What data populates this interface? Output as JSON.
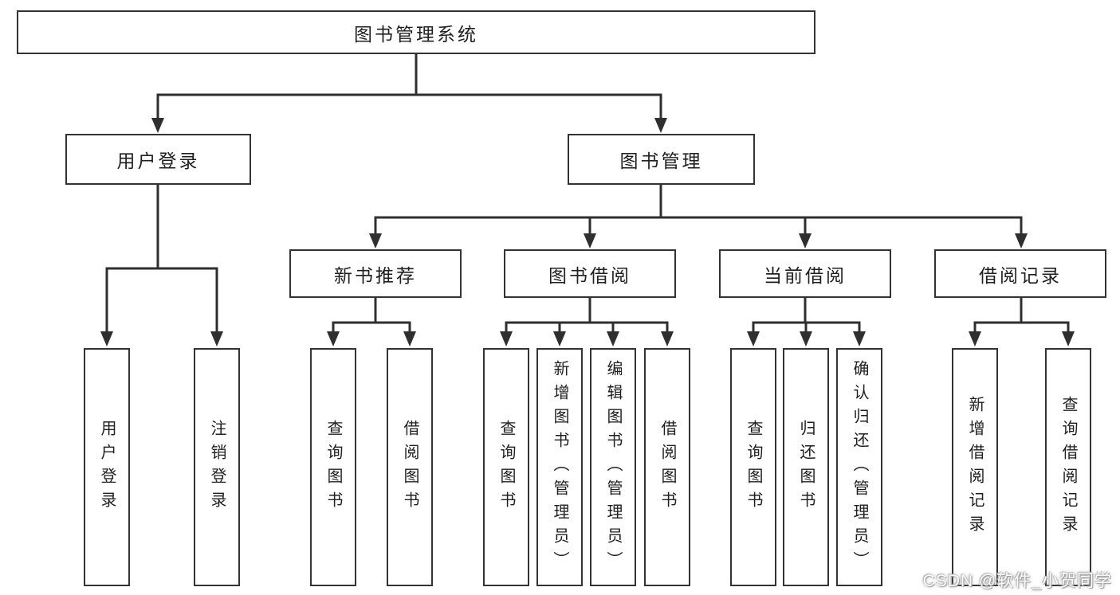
{
  "diagram": {
    "root": {
      "label": "图书管理系统"
    },
    "level2": [
      {
        "label": "用户登录",
        "children": [
          "用户登录",
          "注销登录"
        ]
      },
      {
        "label": "图书管理",
        "children": [
          "新书推荐",
          "图书借阅",
          "当前借阅",
          "借阅记录"
        ]
      }
    ],
    "level3": [
      {
        "label": "新书推荐",
        "children": [
          "查询图书",
          "借阅图书"
        ]
      },
      {
        "label": "图书借阅",
        "children": [
          "查询图书",
          "新增图书（管理员）",
          "编辑图书（管理员）",
          "借阅图书"
        ]
      },
      {
        "label": "当前借阅",
        "children": [
          "查询图书",
          "归还图书",
          "确认归还（管理员）"
        ]
      },
      {
        "label": "借阅记录",
        "children": [
          "新增借阅记录",
          "查询借阅记录"
        ]
      }
    ]
  },
  "watermark": {
    "text": "CSDN @软件_小贺同学"
  },
  "colors": {
    "line": "#2f2f2f",
    "border": "#333333",
    "text": "#1f1f1f",
    "background": "#ffffff",
    "watermark": "#fbfbfb"
  }
}
